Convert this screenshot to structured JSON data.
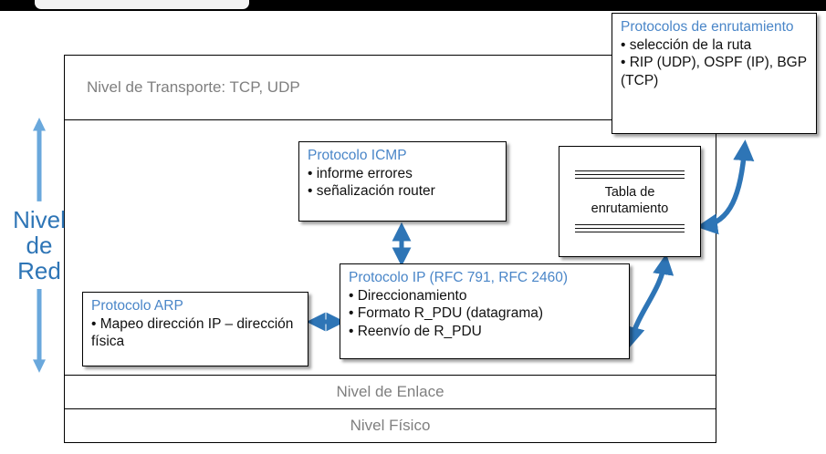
{
  "diagram": {
    "title_hidden": "",
    "side_label": {
      "line1": "Nivel",
      "line2": "de",
      "line3": "Red"
    },
    "layers": [
      {
        "name": "transport",
        "label": "Nivel de Transporte: TCP, UDP"
      },
      {
        "name": "network",
        "label": ""
      },
      {
        "name": "link",
        "label": "Nivel de Enlace"
      },
      {
        "name": "physical",
        "label": "Nivel Físico"
      }
    ],
    "callouts": {
      "routing_protocols": {
        "title": "Protocolos de enrutamiento",
        "items": [
          "• selección de la ruta",
          "• RIP (UDP), OSPF (IP), BGP (TCP)"
        ]
      },
      "icmp": {
        "title": "Protocolo ICMP",
        "items": [
          "• informe errores",
          "• señalización router"
        ]
      },
      "ip": {
        "title": "Protocolo IP (RFC 791, RFC 2460)",
        "items": [
          "• Direccionamiento",
          "• Formato R_PDU (datagrama)",
          "• Reenvío de R_PDU"
        ]
      },
      "arp": {
        "title": "Protocolo ARP",
        "items": [
          "• Mapeo dirección IP – dirección física"
        ]
      }
    },
    "routing_table": {
      "line1": "Tabla de",
      "line2": "enrutamiento"
    },
    "colors": {
      "heading_blue": "#4a86c8",
      "side_label_blue": "#2e75b6",
      "arrow_blue": "#2e75b6",
      "light_arrow_blue": "#6aa8dc",
      "layer_text_gray": "#7f7f7f",
      "outline_black": "#000000",
      "background": "#ffffff"
    },
    "icons": {
      "up_arrow": "arrow-up-icon",
      "down_arrow": "arrow-down-icon",
      "double_vertical_arrow": "double-arrow-vertical-icon",
      "double_horizontal_arrow": "double-arrow-horizontal-icon",
      "curved_arrow_upper": "curved-double-arrow-icon",
      "curved_arrow_lower": "curved-double-arrow-icon"
    }
  }
}
